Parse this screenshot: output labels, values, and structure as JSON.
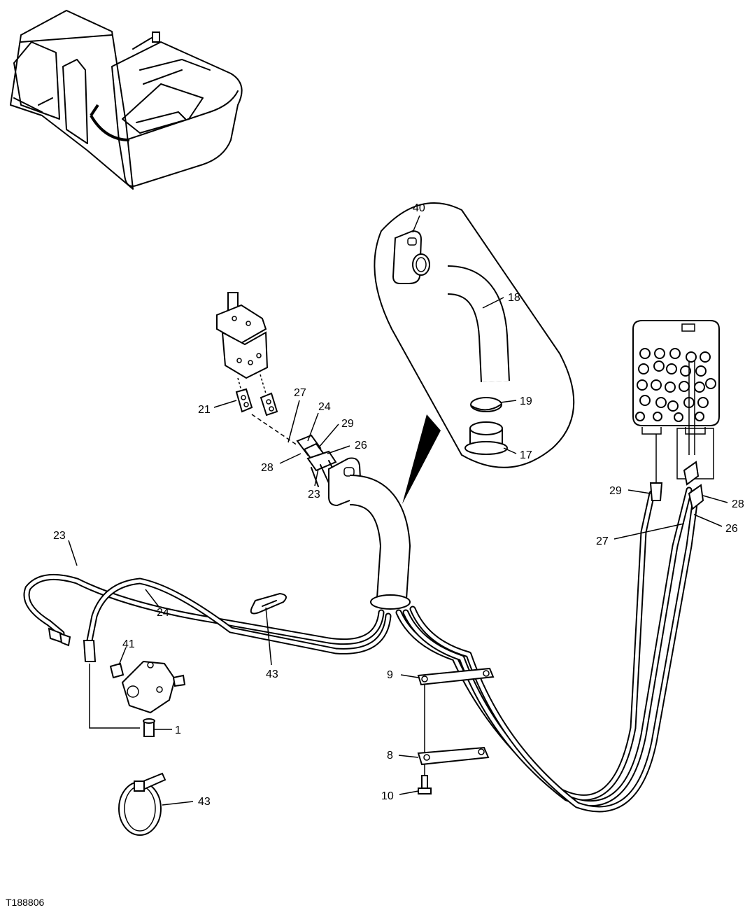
{
  "document_id": "T188806",
  "callouts": {
    "c40": "40",
    "c18": "18",
    "c19": "19",
    "c17": "17",
    "c21": "21",
    "c27a": "27",
    "c24a": "24",
    "c29a": "29",
    "c26a": "26",
    "c28a": "28",
    "c23a": "23",
    "c23b": "23",
    "c24b": "24",
    "c41": "41",
    "c1": "1",
    "c43a": "43",
    "c43b": "43",
    "c9": "9",
    "c8": "8",
    "c10": "10",
    "c29b": "29",
    "c28b": "28",
    "c27b": "27",
    "c26b": "26"
  }
}
